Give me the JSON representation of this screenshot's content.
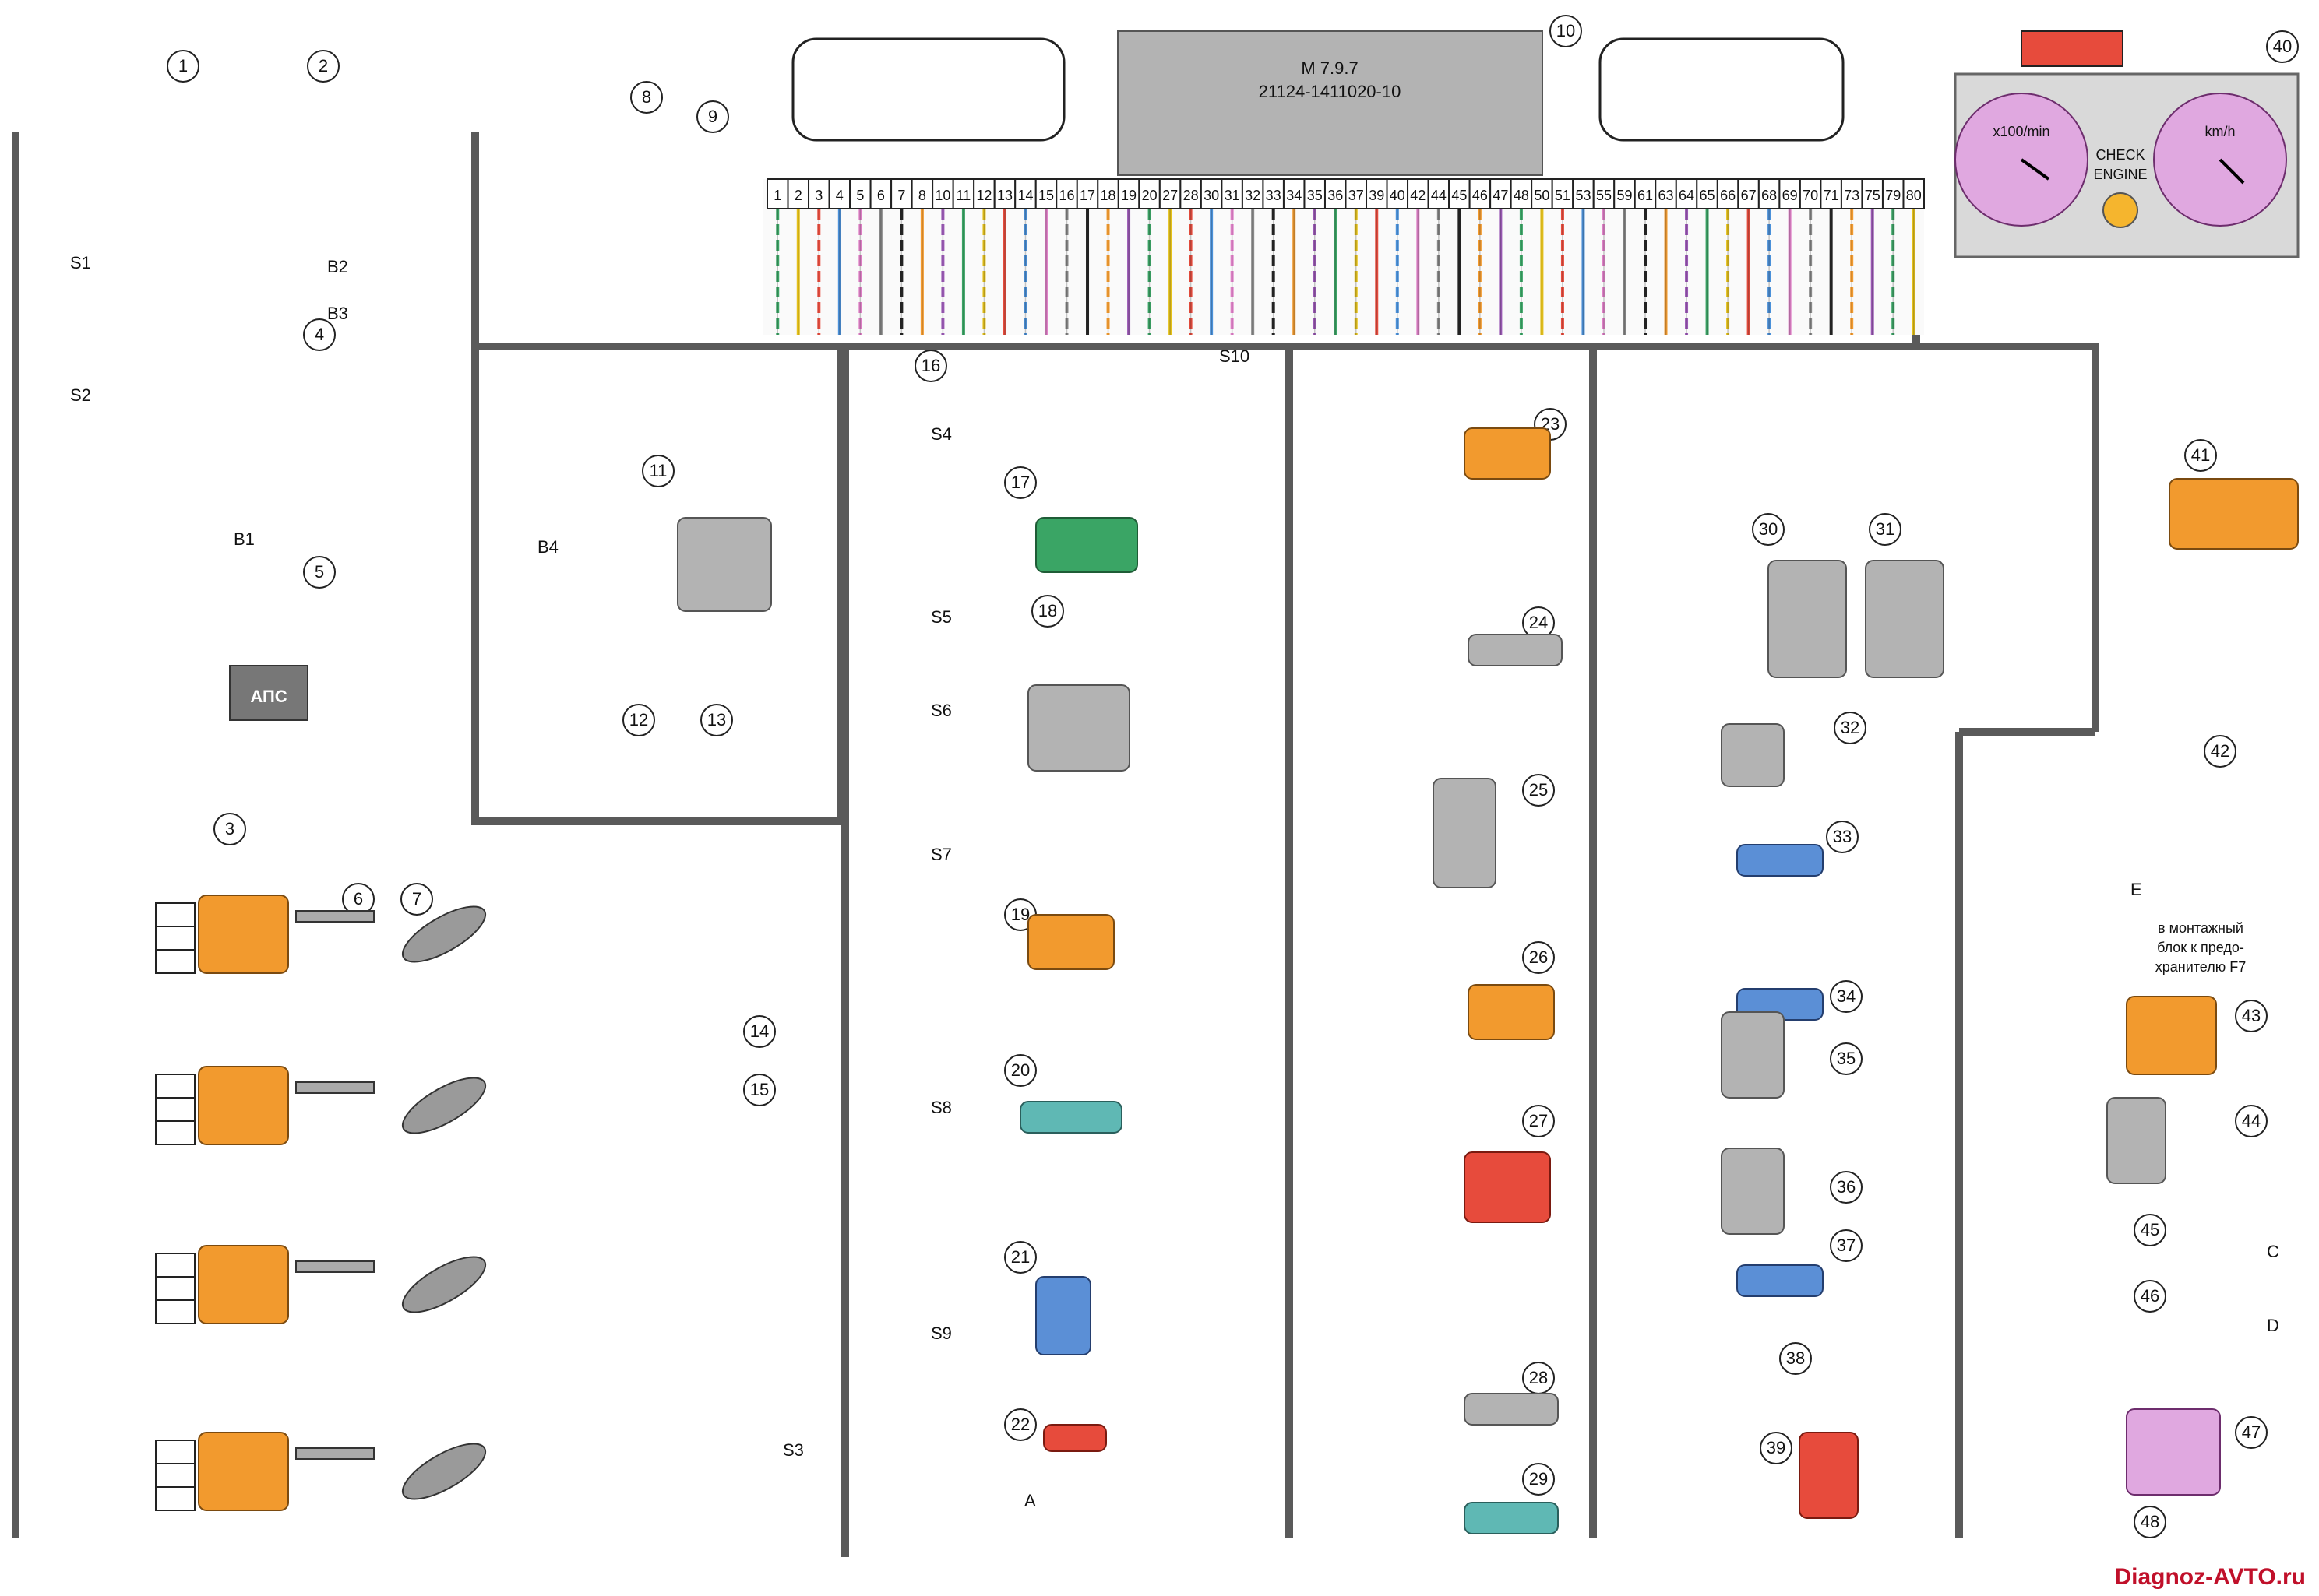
{
  "ecu": {
    "model": "M 7.9.7",
    "part_number": "21124-1411020-10"
  },
  "instrument_cluster": {
    "tach_label": "x100/min",
    "speed_label": "km/h",
    "warning_label_line1": "CHECK",
    "warning_label_line2": "ENGINE"
  },
  "labels": {
    "aps": "АПС",
    "fuse_note_line1": "в монтажный",
    "fuse_note_line2": "блок к предо-",
    "fuse_note_line3": "хранителю F7",
    "watermark": "Diagnoz-AVTO.ru"
  },
  "components": [
    {
      "id": "1"
    },
    {
      "id": "2"
    },
    {
      "id": "3"
    },
    {
      "id": "4"
    },
    {
      "id": "5"
    },
    {
      "id": "6"
    },
    {
      "id": "7"
    },
    {
      "id": "8"
    },
    {
      "id": "9"
    },
    {
      "id": "10"
    },
    {
      "id": "11"
    },
    {
      "id": "12"
    },
    {
      "id": "13"
    },
    {
      "id": "14"
    },
    {
      "id": "15"
    },
    {
      "id": "16"
    },
    {
      "id": "17"
    },
    {
      "id": "18"
    },
    {
      "id": "19"
    },
    {
      "id": "20"
    },
    {
      "id": "21"
    },
    {
      "id": "22"
    },
    {
      "id": "23"
    },
    {
      "id": "24"
    },
    {
      "id": "25"
    },
    {
      "id": "26"
    },
    {
      "id": "27"
    },
    {
      "id": "28"
    },
    {
      "id": "29"
    },
    {
      "id": "30"
    },
    {
      "id": "31"
    },
    {
      "id": "32"
    },
    {
      "id": "33"
    },
    {
      "id": "34"
    },
    {
      "id": "35"
    },
    {
      "id": "36"
    },
    {
      "id": "37"
    },
    {
      "id": "38"
    },
    {
      "id": "39"
    },
    {
      "id": "40"
    },
    {
      "id": "41"
    },
    {
      "id": "42"
    },
    {
      "id": "43"
    },
    {
      "id": "44"
    },
    {
      "id": "45"
    },
    {
      "id": "46"
    },
    {
      "id": "47"
    },
    {
      "id": "48"
    }
  ],
  "splices": [
    "S1",
    "S2",
    "S3",
    "S4",
    "S5",
    "S6",
    "S7",
    "S8",
    "S9",
    "S10",
    "B1",
    "B2",
    "B3",
    "B4"
  ],
  "line_ends": [
    "A",
    "C",
    "D",
    "E"
  ],
  "ecu_pins": [
    "1",
    "2",
    "3",
    "4",
    "5",
    "6",
    "7",
    "8",
    "10",
    "11",
    "12",
    "13",
    "14",
    "15",
    "16",
    "17",
    "18",
    "19",
    "20",
    "27",
    "28",
    "30",
    "31",
    "32",
    "33",
    "34",
    "35",
    "36",
    "37",
    "39",
    "40",
    "42",
    "44",
    "45",
    "46",
    "47",
    "48",
    "50",
    "51",
    "53",
    "55",
    "59",
    "61",
    "63",
    "64",
    "65",
    "66",
    "67",
    "68",
    "69",
    "70",
    "71",
    "73",
    "75",
    "79",
    "80"
  ],
  "colors": {
    "frame": "#5a5a5a",
    "orange": "#f29a2e",
    "green": "#3aa565",
    "red": "#e74b3c",
    "violet": "#e0a8e0",
    "blue_wire": "#4a90d9",
    "pink_wire": "#e080c8",
    "yellow_wire": "#e6c21a",
    "watermark": "#c0102a"
  }
}
